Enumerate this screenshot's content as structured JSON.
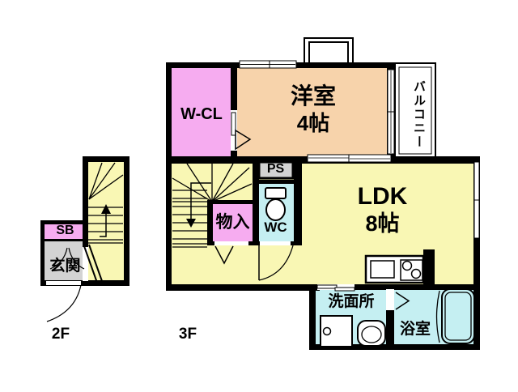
{
  "floors": {
    "second": "2F",
    "third": "3F"
  },
  "rooms": {
    "walk_in_closet": {
      "label": "W-CL"
    },
    "western_room": {
      "label": "洋室",
      "size": "4帖"
    },
    "balcony": {
      "label": "バルコニー"
    },
    "ldk": {
      "label": "LDK",
      "size": "8帖"
    },
    "pipe_space": {
      "label": "PS"
    },
    "toilet": {
      "label": "WC"
    },
    "storage": {
      "label": "物入"
    },
    "shoe_box": {
      "label": "SB"
    },
    "entrance": {
      "label": "玄関"
    },
    "washroom": {
      "label": "洗面所"
    },
    "bathroom": {
      "label": "浴室"
    }
  },
  "colors": {
    "room_yellow": "#f9f7b4",
    "room_peach": "#f7d3ab",
    "room_pink": "#f6acf0",
    "room_cyan": "#c5eff2",
    "room_gray": "#d3d3d3",
    "wall_black": "#000000"
  }
}
